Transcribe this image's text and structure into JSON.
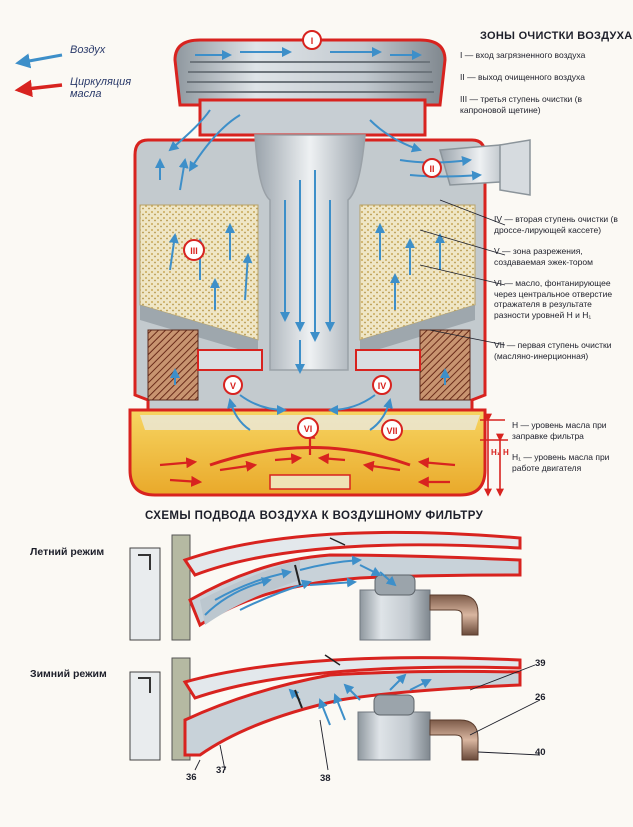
{
  "legend": {
    "air": "Воздух",
    "oil": "Циркуляция масла"
  },
  "zones": {
    "title": "ЗОНЫ ОЧИСТКИ ВОЗДУХА",
    "items": [
      {
        "num": "I",
        "text": "вход загрязненного воздуха"
      },
      {
        "num": "II",
        "text": "выход очищенного воздуха"
      },
      {
        "num": "III",
        "text": "третья ступень очистки (в капроновой щетине)"
      },
      {
        "num": "IV",
        "text": "вторая ступень очистки (в дроссе-лирующей кассете)"
      },
      {
        "num": "V",
        "text": "зона разрежения, создаваемая эжек-тором"
      },
      {
        "num": "VI",
        "text": "масло, фонтанирующее через центральное отверстие отражателя в результате разности уровней Н и Н₁"
      },
      {
        "num": "VII",
        "text": "первая ступень очистки (масляно-инерционная)"
      }
    ]
  },
  "levels": {
    "h": "Н — уровень масла при заправке фильтра",
    "h1": "Н₁ — уровень масла при работе двигателя",
    "h_mark": "Н",
    "h1_mark": "Н₁"
  },
  "section_title": "СХЕМЫ ПОДВОДА ВОЗДУХА К ВОЗДУШНОМУ ФИЛЬТРУ",
  "modes": {
    "summer": "Летний режим",
    "winter": "Зимний режим"
  },
  "callouts": {
    "n36": "36",
    "n37": "37",
    "n38": "38",
    "n39": "39",
    "n26": "26",
    "n40": "40"
  },
  "colors": {
    "air": "#3d8fc9",
    "oil": "#d8231f",
    "body": "#b8c0c6",
    "oil_fill": "#f2c43a",
    "hatch": "#7a3a24",
    "text": "#1d1f2a"
  }
}
